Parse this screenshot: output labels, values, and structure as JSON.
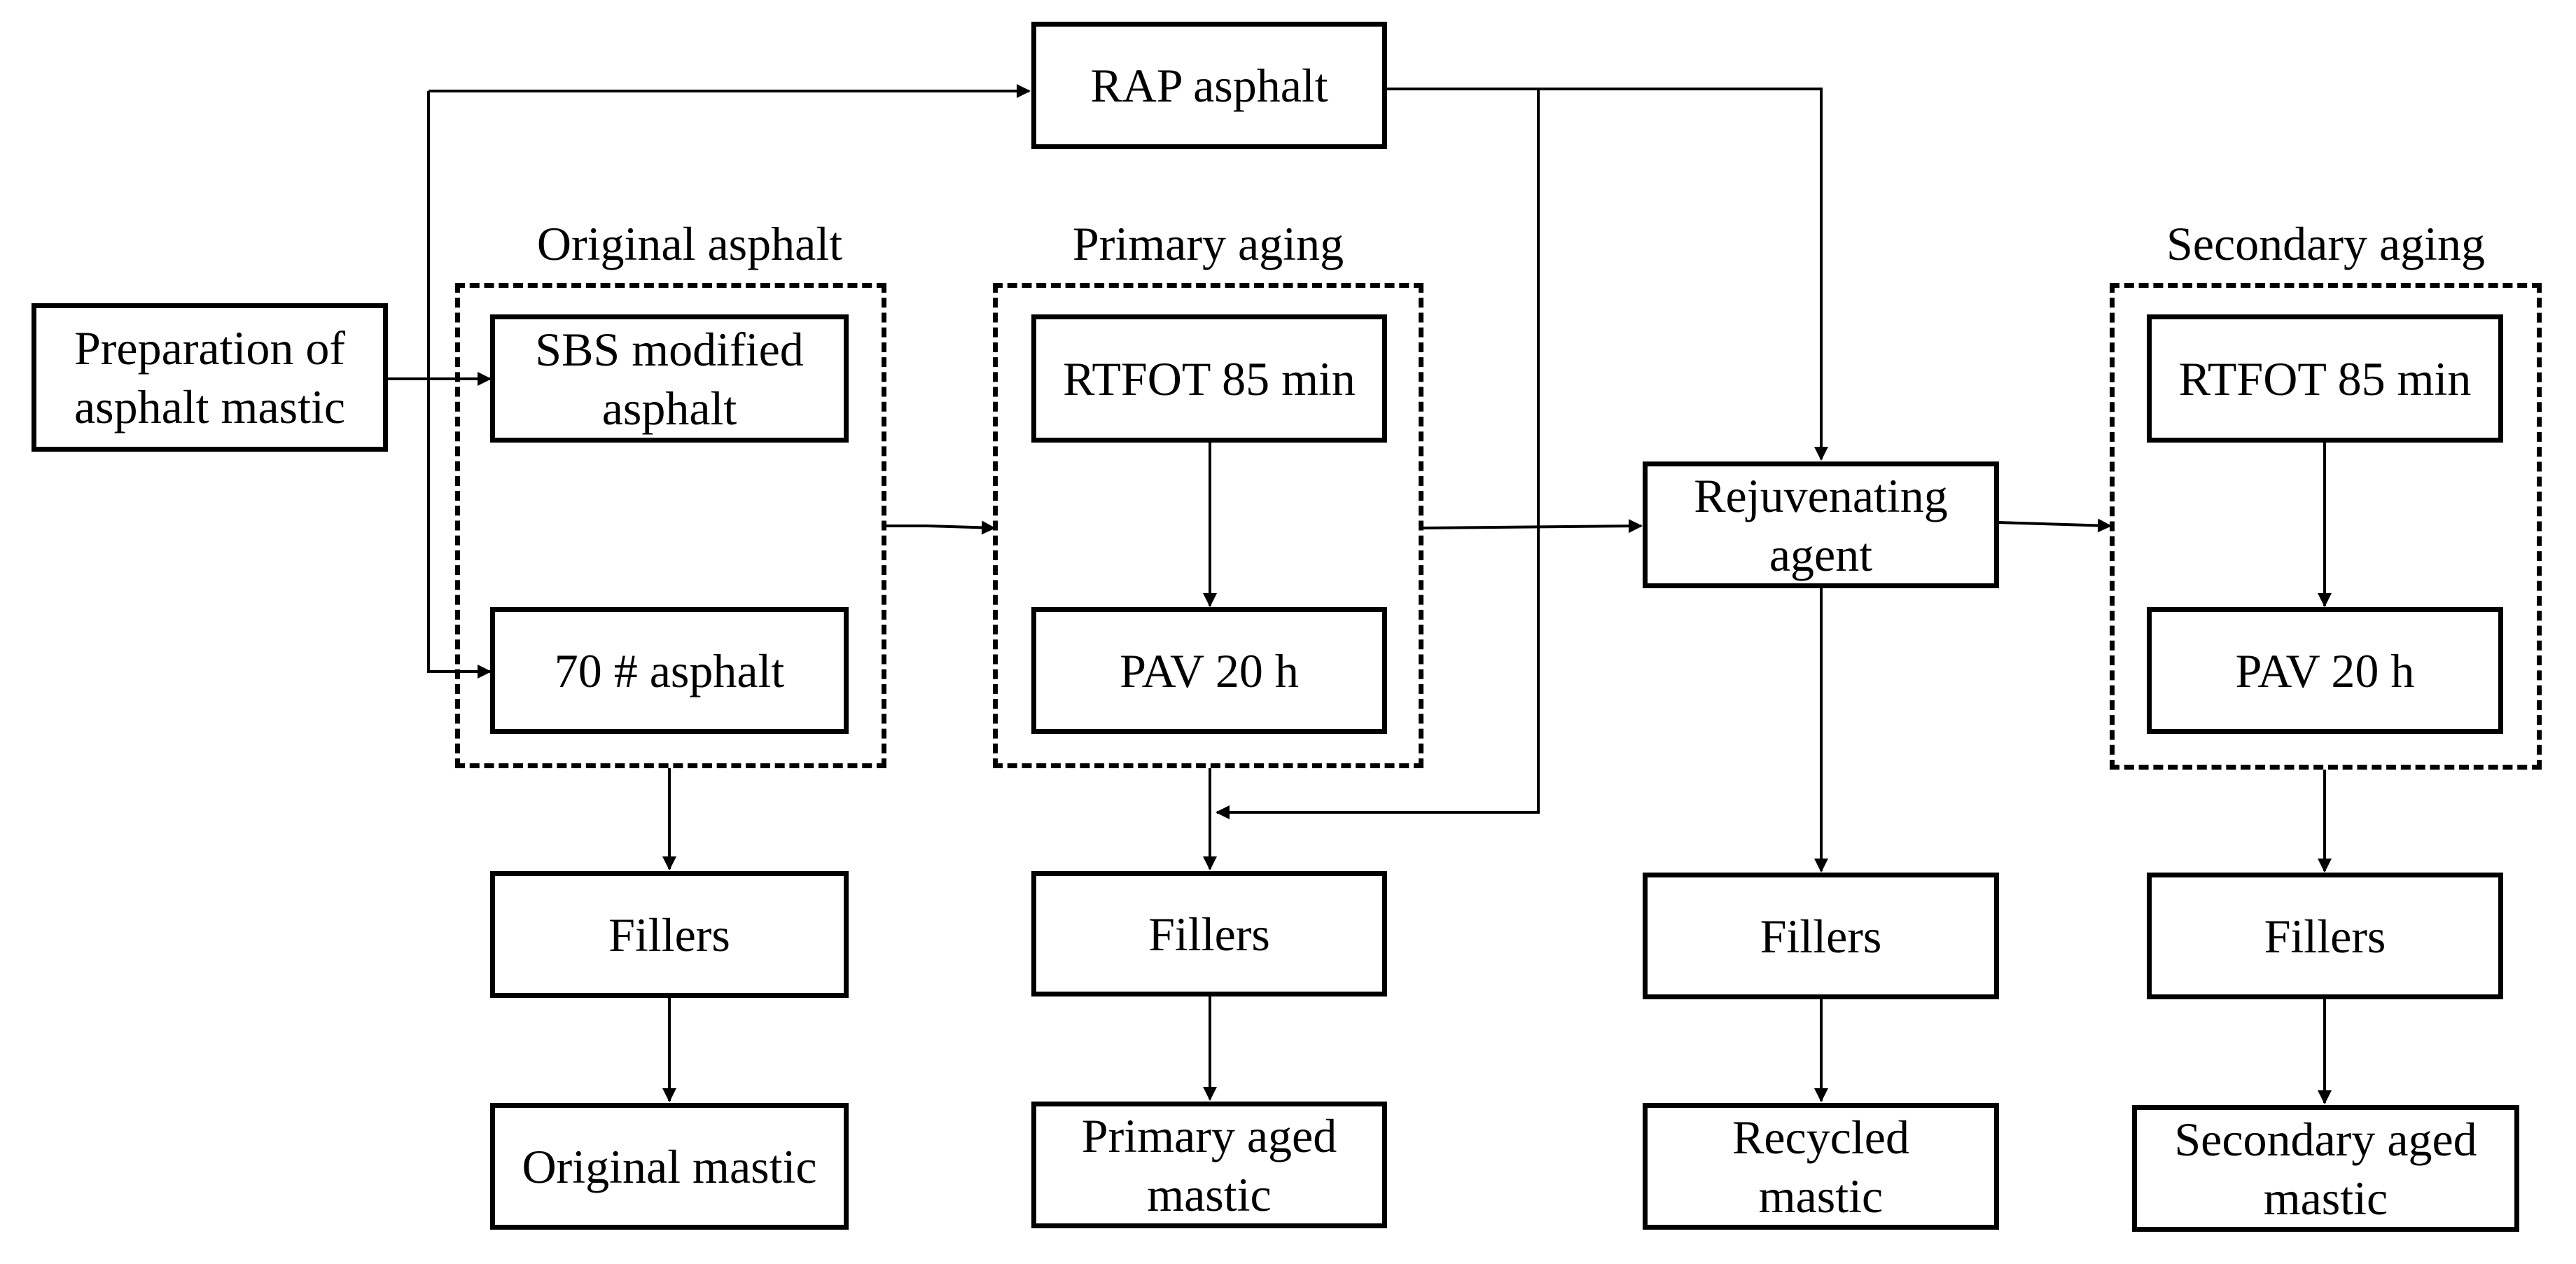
{
  "nodes": {
    "prep": "Preparation of\nasphalt mastic",
    "rap": "RAP asphalt",
    "sbs": "SBS modified\nasphalt",
    "asphalt70": "70 # asphalt",
    "rtfot1": "RTFOT 85 min",
    "pav1": "PAV 20 h",
    "rejuv": "Rejuvenating\nagent",
    "rtfot2": "RTFOT 85 min",
    "pav2": "PAV 20 h",
    "fillers1": "Fillers",
    "fillers2": "Fillers",
    "fillers3": "Fillers",
    "fillers4": "Fillers",
    "orig_mastic": "Original mastic",
    "primary_mastic": "Primary aged\nmastic",
    "recycled_mastic": "Recycled\nmastic",
    "secondary_mastic": "Secondary aged\nmastic"
  },
  "groups": {
    "original": "Original asphalt",
    "primary": "Primary aging",
    "secondary": "Secondary aging"
  }
}
